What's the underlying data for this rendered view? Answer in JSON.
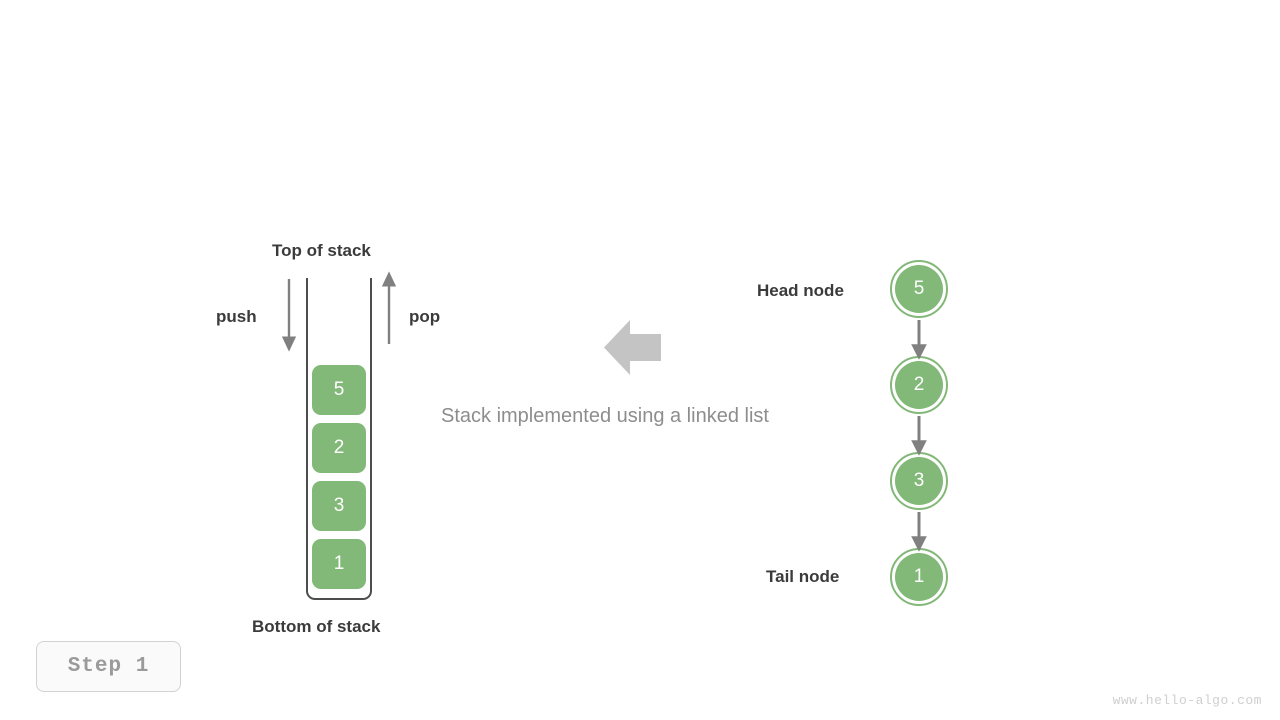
{
  "theme": {
    "background": "#ffffff",
    "node_green": "#82b878",
    "node_text": "#ffffff",
    "label_text": "#3b3b3b",
    "caption_text": "#8d8d8d",
    "line_gray": "#4d4d4d",
    "arrow_gray": "#808080",
    "block_arrow_gray": "#c4c4c4",
    "badge_border": "#d2d2d2",
    "badge_fill": "#fafafa",
    "badge_text": "#9a9a9a",
    "watermark_text": "#cfcfcf"
  },
  "stack": {
    "top_label": "Top of stack",
    "bottom_label": "Bottom of stack",
    "push_label": "push",
    "pop_label": "pop",
    "cells": [
      {
        "value": "5"
      },
      {
        "value": "2"
      },
      {
        "value": "3"
      },
      {
        "value": "1"
      }
    ]
  },
  "caption": {
    "text": "Stack implemented using a linked list",
    "arrow_icon": "left-block-arrow-icon"
  },
  "linked_list": {
    "head_label": "Head node",
    "tail_label": "Tail node",
    "nodes": [
      {
        "value": "5"
      },
      {
        "value": "2"
      },
      {
        "value": "3"
      },
      {
        "value": "1"
      }
    ]
  },
  "step_badge": {
    "text": "Step 1"
  },
  "watermark": {
    "text": "www.hello-algo.com"
  }
}
